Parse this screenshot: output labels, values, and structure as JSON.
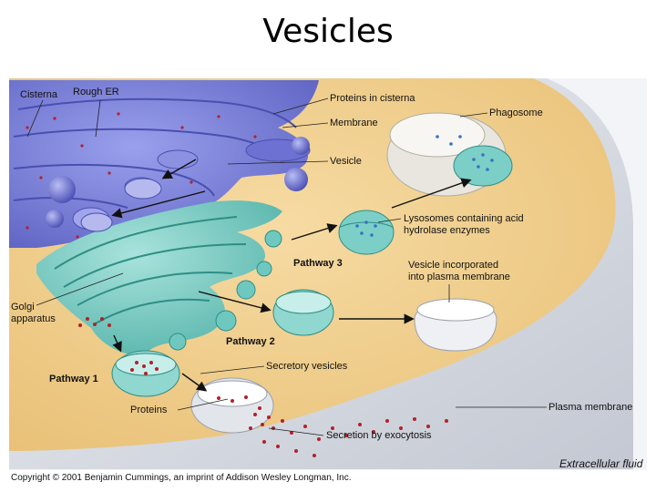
{
  "title": "Vesicles",
  "labels": {
    "cisterna": "Cisterna",
    "rough_er": "Rough ER",
    "proteins_in_cisterna": "Proteins in cisterna",
    "membrane": "Membrane",
    "vesicle": "Vesicle",
    "phagosome": "Phagosome",
    "lysosomes_line1": "Lysosomes containing acid",
    "lysosomes_line2": "hydrolase enzymes",
    "pathway3": "Pathway 3",
    "vesicle_incorporated_line1": "Vesicle incorporated",
    "vesicle_incorporated_line2": "into plasma membrane",
    "golgi_line1": "Golgi",
    "golgi_line2": "apparatus",
    "pathway2": "Pathway 2",
    "secretory_vesicles": "Secretory vesicles",
    "pathway1": "Pathway 1",
    "proteins": "Proteins",
    "plasma_membrane": "Plasma membrane",
    "secretion_by_exocytosis": "Secretion by exocytosis",
    "extracellular_fluid": "Extracellular fluid"
  },
  "copyright": "Copyright © 2001 Benjamin Cummings, an imprint of Addison Wesley Longman, Inc.",
  "colors": {
    "cytoplasm": "#f2cf8e",
    "rough_er": "#7b7fd6",
    "golgi": "#6fc8bf",
    "plasma_membrane": "#dfe3ea",
    "protein_dot": "#b3202a",
    "lysosome_dot": "#3b6fc4"
  }
}
